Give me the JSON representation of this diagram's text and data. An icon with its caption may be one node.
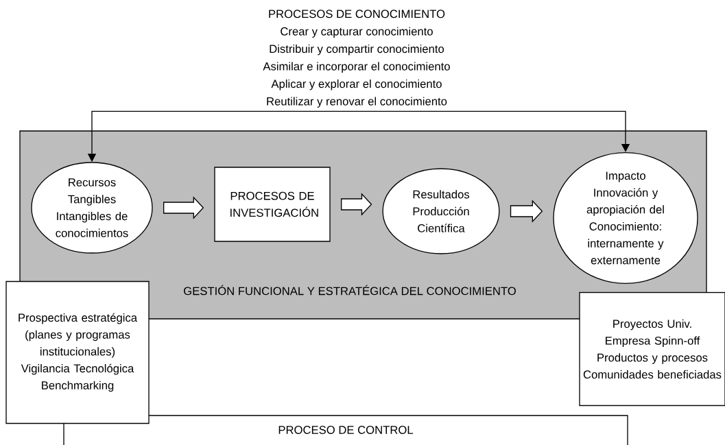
{
  "diagram": {
    "nodes": [
      {
        "text": [
          "GESTIÓN FUNCIONAL Y ESTRATÉGICA DEL CONOCIMIENTO"
        ]
      },
      {
        "text": [
          "Recursos Tangibles Intangibles de conocimientos"
        ],
        "in": 0
      },
      {
        "text": [
          "PROCESOS DE INVESTIGACIÓN"
        ],
        "in": 0
      },
      {
        "text": [
          "Resultados Producción Científica"
        ],
        "in": 0
      },
      {
        "text": [
          "Impacto Innovación y apropiación del Conocimiento: internamente y externamente"
        ],
        "in": 0
      },
      {
        "text": [
          "Prospectiva estratégica (planes y programas institucionales) Vigilancia Tecnológica Benchmarking"
        ]
      },
      {
        "text": [
          "Proyectos Univ. Empresa Spinn-off Productos y procesos Comunidades beneficiadas"
        ]
      },
      {
        "text": [
          "PROCESO DE CONTROL"
        ]
      }
    ],
    "edges": [
      {
        "from": 1,
        "to": 2,
        "arrow": "to"
      },
      {
        "from": 2,
        "to": 3,
        "arrow": "to"
      },
      {
        "from": 3,
        "to": 4,
        "arrow": "to"
      },
      {
        "from": 1,
        "to": 4,
        "arrow": "both"
      }
    ],
    "labels": [
      "PROCESOS DE CONOCIMIENTO",
      "Crear y capturar conocimiento",
      "Distribuir y compartir conocimiento",
      "Asimilar e incorporar el conocimiento",
      "Aplicar y explorar el conocimiento",
      "Reutilizar y renovar el conocimiento"
    ]
  }
}
